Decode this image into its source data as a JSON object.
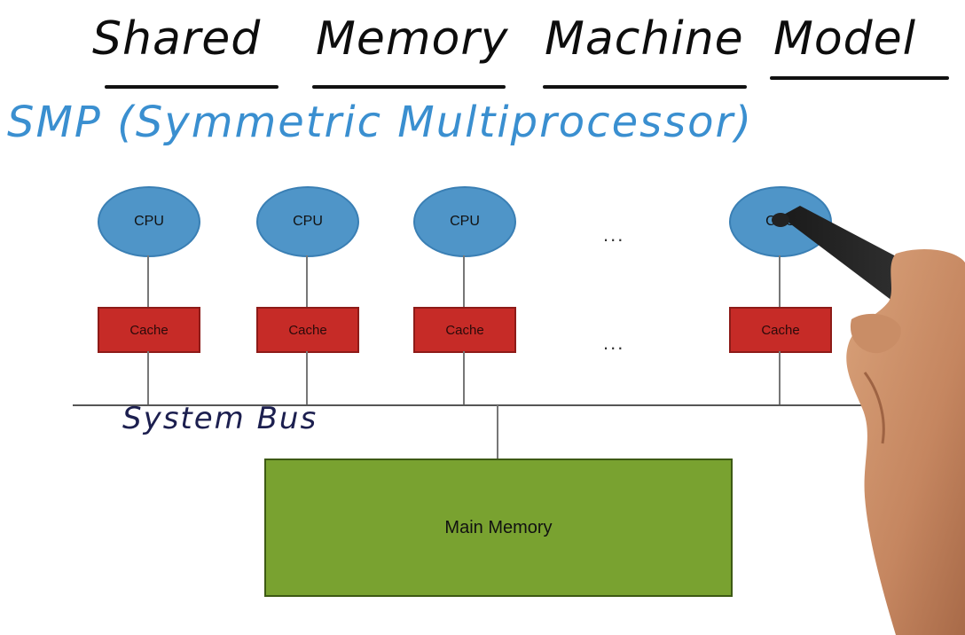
{
  "title": {
    "words": [
      "Shared",
      "Memory",
      "Machine",
      "Model"
    ]
  },
  "subtitle": "SMP (Symmetric Multiprocessor)",
  "processors": [
    {
      "cpu_label": "CPU",
      "cache_label": "Cache"
    },
    {
      "cpu_label": "CPU",
      "cache_label": "Cache"
    },
    {
      "cpu_label": "CPU",
      "cache_label": "Cache"
    },
    {
      "cpu_label": "CPU",
      "cache_label": "Cache"
    }
  ],
  "ellipsis": "...",
  "bus_label": "System Bus",
  "memory_label": "Main Memory",
  "colors": {
    "cpu": "#4f95c8",
    "cache": "#c62b27",
    "memory": "#79a230",
    "subtitle_ink": "#3a8fd0",
    "bus_label_ink": "#1c1f4f"
  }
}
